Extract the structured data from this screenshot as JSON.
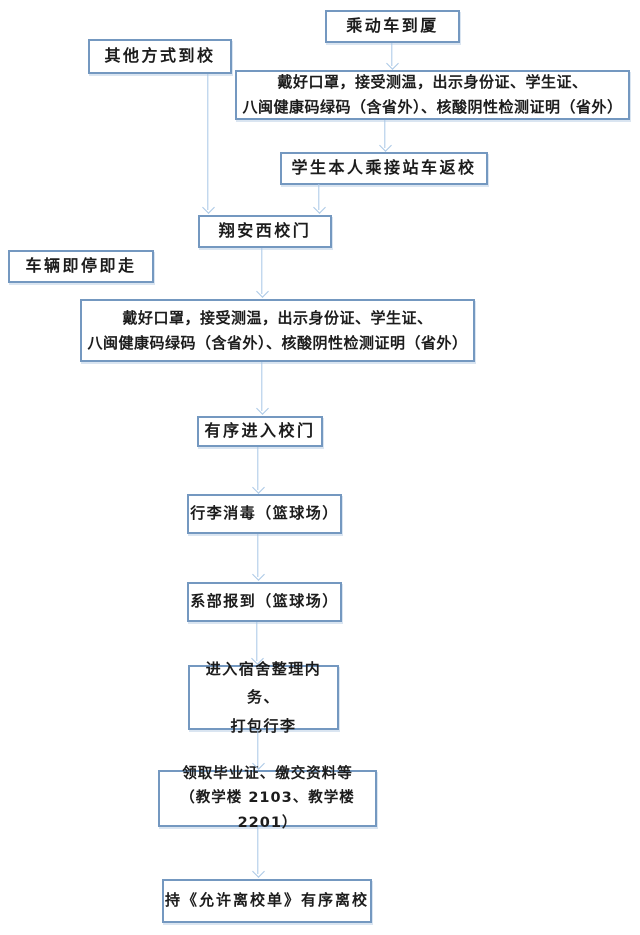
{
  "flowchart": {
    "kind": "student-return-to-campus-process",
    "nodes": {
      "train": {
        "label": "乘动车到厦"
      },
      "other": {
        "label": "其他方式到校"
      },
      "check1": {
        "line1": "戴好口罩，接受测温，出示身份证、学生证、",
        "line2": "八闽健康码绿码（含省外）、核酸阴性检测证明（省外）"
      },
      "shuttle": {
        "label": "学生本人乘接站车返校"
      },
      "gate": {
        "label": "翔安西校门"
      },
      "vehicle": {
        "label": "车辆即停即走"
      },
      "check2": {
        "line1": "戴好口罩，接受测温，出示身份证、学生证、",
        "line2": "八闽健康码绿码（含省外）、核酸阴性检测证明（省外）"
      },
      "enter": {
        "label": "有序进入校门"
      },
      "luggage": {
        "label": "行李消毒（篮球场）"
      },
      "register": {
        "label": "系部报到（篮球场）"
      },
      "dorm": {
        "line1": "进入宿舍整理内务、",
        "line2": "打包行李"
      },
      "diploma": {
        "line1": "领取毕业证、缴交资料等",
        "line2": "（教学楼 2103、教学楼 2201）"
      },
      "leave": {
        "label": "持《允许离校单》有序离校"
      }
    },
    "colors": {
      "box_border": "#7498c0",
      "arrow": "#a9c7e6",
      "text": "#1c1c1c",
      "background": "#ffffff"
    }
  }
}
